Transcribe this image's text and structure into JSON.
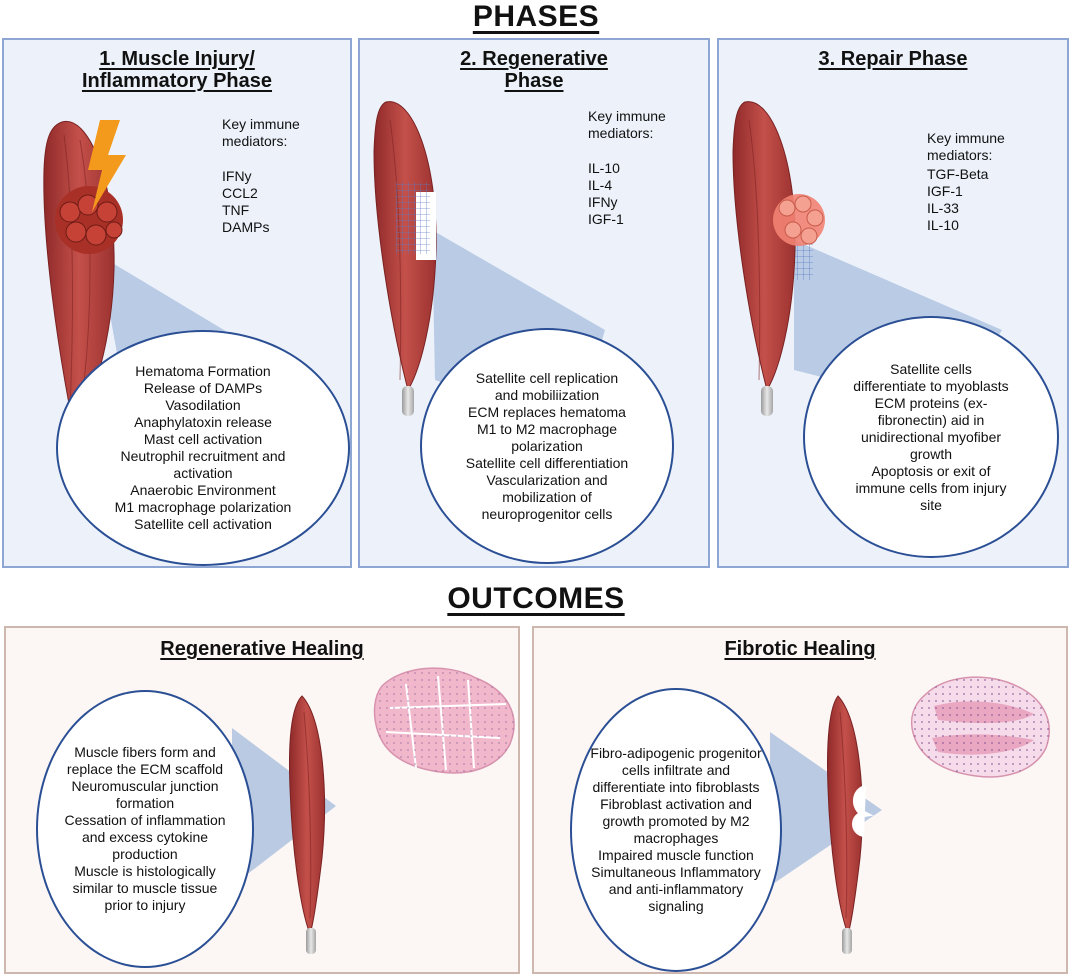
{
  "headings": {
    "phases": "PHASES",
    "outcomes": "OUTCOMES"
  },
  "phases": [
    {
      "title_line1": "1. Muscle Injury/",
      "title_line2": "Inflammatory Phase",
      "mediators_label_line1": "Key immune",
      "mediators_label_line2": "mediators:",
      "mediators": [
        "IFNy",
        "CCL2",
        "TNF",
        "DAMPs"
      ],
      "events": [
        "Hematoma Formation",
        "Release of DAMPs",
        "Vasodilation",
        "Anaphylatoxin release",
        "Mast cell activation",
        "Neutrophil recruitment and",
        "activation",
        "Anaerobic Environment",
        "M1 macrophage polarization",
        "Satellite cell activation"
      ]
    },
    {
      "title_line1": "2. Regenerative",
      "title_line2": "Phase",
      "mediators_label_line1": "Key immune",
      "mediators_label_line2": "mediators:",
      "mediators": [
        "IL-10",
        "IL-4",
        "IFNy",
        "IGF-1"
      ],
      "events": [
        "Satellite cell replication",
        "and mobiliization",
        "ECM replaces hematoma",
        "M1 to M2 macrophage",
        "polarization",
        "Satellite cell differentiation",
        "Vascularization and",
        "mobilization of",
        "neuroprogenitor cells"
      ]
    },
    {
      "title_line1": "3. Repair Phase",
      "title_line2": "",
      "mediators_label_line1": "Key immune",
      "mediators_label_line2": "mediators:",
      "mediators": [
        "TGF-Beta",
        "IGF-1",
        "IL-33",
        "IL-10"
      ],
      "events": [
        "Satellite cells",
        "differentiate to myoblasts",
        "ECM proteins (ex-",
        "fibronectin) aid in",
        "unidirectional myofiber",
        "growth",
        "Apoptosis or exit of",
        "immune cells from injury",
        "site"
      ]
    }
  ],
  "outcomes": [
    {
      "title": "Regenerative Healing",
      "events": [
        "Muscle fibers form and",
        "replace the ECM scaffold",
        "Neuromuscular junction",
        "formation",
        "Cessation of inflammation",
        "and excess cytokine",
        "production",
        "Muscle is histologically",
        "similar to muscle tissue",
        "prior to injury"
      ]
    },
    {
      "title": "Fibrotic Healing",
      "events": [
        "Fibro-adipogenic progenitor",
        "cells infiltrate and",
        "differentiate into fibroblasts",
        "Fibroblast activation and",
        "growth promoted by M2",
        "macrophages",
        "Impaired muscle function",
        "Simultaneous Inflammatory",
        "and anti-inflammatory",
        "signaling"
      ]
    }
  ],
  "colors": {
    "phase_border": "#8ea6d4",
    "phase_bg": "#edf2fa",
    "outcome_border": "#cdb7ae",
    "outcome_bg": "#fcf7f4",
    "circle_border": "#2b4f95",
    "muscle": "#b8433f",
    "lightning": "#f39a1c",
    "tissue": "#f1b8cc"
  }
}
